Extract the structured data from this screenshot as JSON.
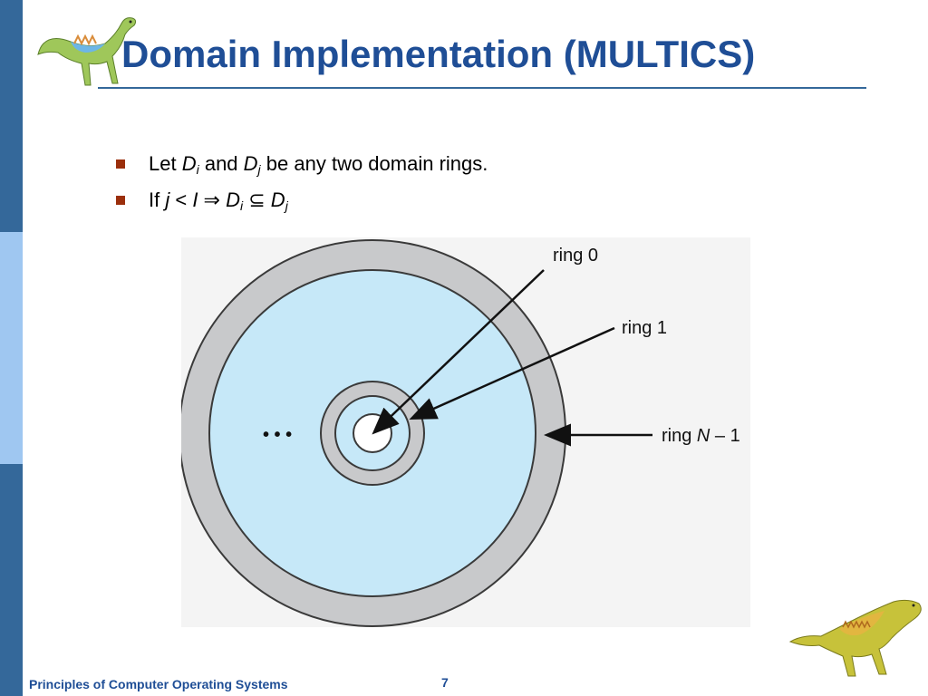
{
  "slide": {
    "title": "Domain Implementation (MULTICS)",
    "footer": "Principles of Computer Operating Systems",
    "page_number": "7"
  },
  "bullets": [
    {
      "parts": [
        {
          "text": "Let ",
          "italic": false
        },
        {
          "text": "D",
          "italic": true,
          "sub": "i"
        },
        {
          "text": " and ",
          "italic": false
        },
        {
          "text": "D",
          "italic": true,
          "sub": "j"
        },
        {
          "text": " be any two domain rings.",
          "italic": false
        }
      ]
    },
    {
      "parts": [
        {
          "text": "If ",
          "italic": false
        },
        {
          "text": "j",
          "italic": true
        },
        {
          "text": " < ",
          "italic": false
        },
        {
          "text": "I",
          "italic": true
        },
        {
          "text": " ⇒ ",
          "italic": false
        },
        {
          "text": "D",
          "italic": true,
          "sub": "i"
        },
        {
          "text": " ⊆ ",
          "italic": false
        },
        {
          "text": "D",
          "italic": true,
          "sub": "j"
        }
      ]
    }
  ],
  "diagram": {
    "labels": {
      "ring0": "ring 0",
      "ring1": "ring 1",
      "ringN_prefix": "ring ",
      "ringN_var": "N",
      "ringN_suffix": " – 1",
      "ellipsis": "• • •"
    },
    "colors": {
      "gray_ring": "#c8c9cb",
      "light_blue": "#c6e8f8",
      "outline": "#3a3a3a",
      "background_panel": "#f4f4f4"
    }
  },
  "theme": {
    "title_color": "#1f4e96",
    "sidebar_dark": "#34689a",
    "sidebar_light": "#9fc7f1",
    "bullet_color": "#9b2f0c"
  }
}
